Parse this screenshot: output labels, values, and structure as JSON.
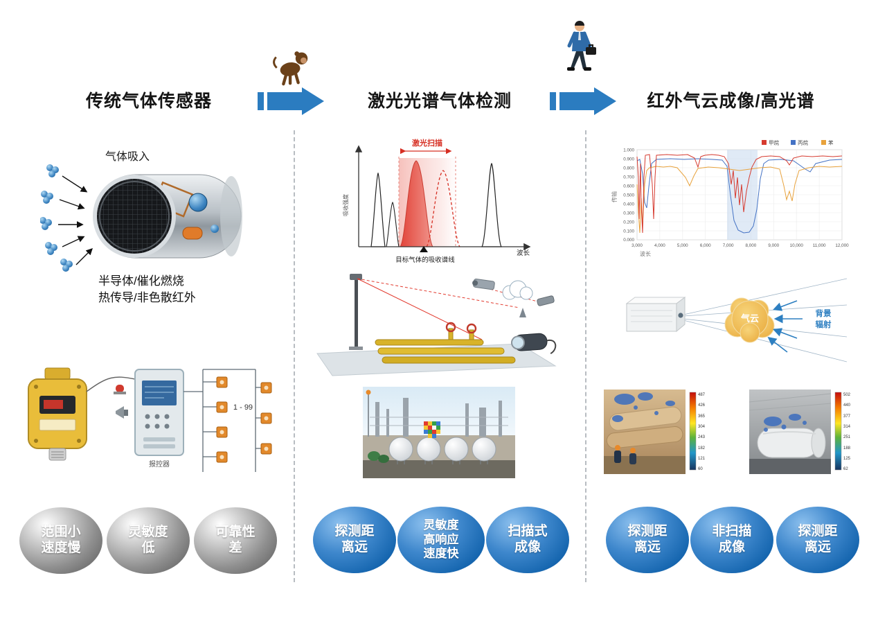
{
  "colors": {
    "arrow": "#2b7cc0",
    "laser": "#e23a2e",
    "badge_blue": "#1767b0",
    "badge_gray": "#6e6e6e"
  },
  "header": {
    "titles": [
      "传统气体传感器",
      "激光光谱气体检测",
      "红外气云成像/高光谱"
    ]
  },
  "col1": {
    "gas_intake_label": "气体吸入",
    "tech_lines": [
      "半导体/催化燃烧",
      "热传导/非色散红外"
    ],
    "controller_label": "报控器",
    "detector_range": "1 - 99",
    "badges": [
      {
        "lines": [
          "范围小",
          "速度慢"
        ]
      },
      {
        "lines": [
          "灵敏度",
          "低"
        ]
      },
      {
        "lines": [
          "可靠性",
          "差"
        ]
      }
    ]
  },
  "col2": {
    "chart": {
      "scan_label": "激光扫描",
      "absorption_axis": "吸收强度",
      "wavelength_axis": "波长",
      "target_line_label": "目标气体的吸收谱线"
    },
    "badges": [
      {
        "lines": [
          "探测距",
          "离远"
        ]
      },
      {
        "lines": [
          "灵敏度",
          "高响应",
          "速度快"
        ]
      },
      {
        "lines": [
          "扫描式",
          "成像"
        ]
      }
    ]
  },
  "col3": {
    "chart": {
      "legend": [
        {
          "label": "甲烷",
          "color": "#d63a2f"
        },
        {
          "label": "丙烷",
          "color": "#4472c4"
        },
        {
          "label": "苯",
          "color": "#e8a23c"
        }
      ],
      "y_ticks": [
        "1.000",
        "0.900",
        "0.800",
        "0.700",
        "0.600",
        "0.500",
        "0.400",
        "0.300",
        "0.200",
        "0.100",
        "0.000"
      ],
      "x_ticks": [
        "3,000",
        "4,000",
        "5,000",
        "6,000",
        "7,000",
        "8,000",
        "9,000",
        "10,000",
        "11,000",
        "12,000"
      ],
      "y_axis": "传输",
      "x_axis": "波长"
    },
    "cloud_label": "气云",
    "radiation_lines": [
      "背景",
      "辐射"
    ],
    "thermal_left_scale": [
      "487",
      "426",
      "365",
      "304",
      "243",
      "182",
      "121",
      "60"
    ],
    "thermal_right_scale": [
      "502",
      "440",
      "377",
      "314",
      "251",
      "188",
      "125",
      "62"
    ],
    "badges": [
      {
        "lines": [
          "探测距",
          "离远"
        ]
      },
      {
        "lines": [
          "非扫描",
          "成像"
        ]
      },
      {
        "lines": [
          "探测距",
          "离远"
        ]
      }
    ]
  }
}
